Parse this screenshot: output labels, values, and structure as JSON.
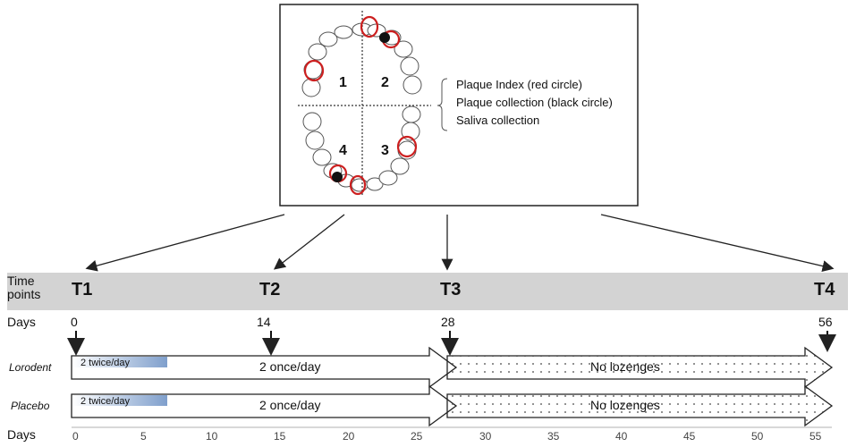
{
  "legend": {
    "items": [
      "Plaque Index (red circle)",
      "Plaque collection (black circle)",
      "Saliva collection"
    ]
  },
  "quadrants": [
    "1",
    "2",
    "4",
    "3"
  ],
  "timeline": {
    "row_label": "Time points",
    "points": [
      "T1",
      "T2",
      "T3",
      "T4"
    ],
    "days_label": "Days",
    "days": [
      "0",
      "14",
      "28",
      "56"
    ]
  },
  "groups": [
    {
      "name": "Lorodent",
      "dose1": "2 twice/day",
      "dose2": "2 once/day",
      "dose3": "No lozenges"
    },
    {
      "name": "Placebo",
      "dose1": "2 twice/day",
      "dose2": "2 once/day",
      "dose3": "No lozenges"
    }
  ],
  "axis": {
    "label": "Days",
    "ticks": [
      "0",
      "5",
      "10",
      "15",
      "20",
      "25",
      "30",
      "35",
      "40",
      "45",
      "50",
      "55"
    ]
  },
  "colors": {
    "marker_red": "#cc1f1f",
    "dose_fill": "#b9cde6",
    "band": "#d3d3d3"
  }
}
